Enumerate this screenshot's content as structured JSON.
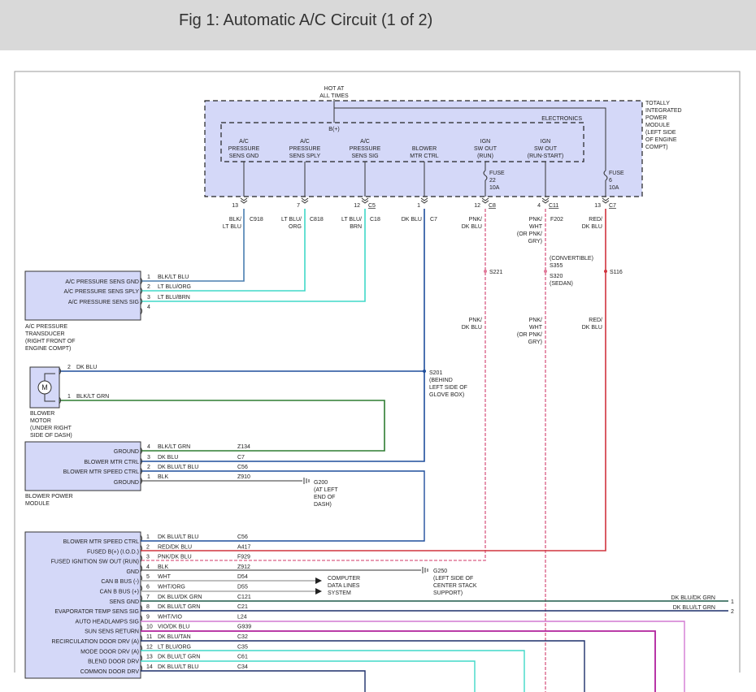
{
  "title": "Fig 1: Automatic A/C Circuit (1 of 2)",
  "colors": {
    "wire_dark_blue": "#1f4e9c",
    "wire_light_blue": "#2ab3c8",
    "wire_cyan": "#40d8c8",
    "wire_blue_steel": "#4a7fb0",
    "wire_green": "#2e7d32",
    "wire_dark_green": "#1f5a4a",
    "wire_red": "#d0343e",
    "wire_pink": "#e07a9a",
    "wire_violet": "#d27ad2",
    "wire_magenta": "#b0209c",
    "wire_navy": "#1c2f6a",
    "module_fill": "#d4d8f8"
  },
  "tipm": {
    "hot": "HOT AT",
    "all_times": "ALL TIMES",
    "bplus": "B(+)",
    "electronics": "ELECTRONICS",
    "module_label": [
      "TOTALLY",
      "INTEGRATED",
      "POWER",
      "MODULE",
      "(LEFT SIDE",
      "OF ENGINE",
      "COMPT)"
    ],
    "circuits": [
      {
        "l1": "A/C",
        "l2": "PRESSURE",
        "l3": "SENS GND",
        "pin": "13",
        "wire": [
          "BLK/",
          "LT BLU"
        ],
        "conn": "C918"
      },
      {
        "l1": "A/C",
        "l2": "PRESSURE",
        "l3": "SENS SPLY",
        "pin": "7",
        "wire": [
          "LT BLU/",
          "ORG"
        ],
        "conn": "C818"
      },
      {
        "l1": "A/C",
        "l2": "PRESSURE",
        "l3": "SENS SIG",
        "pin": "12",
        "wire": [
          "LT BLU/",
          "BRN"
        ],
        "conn": "C18",
        "cconn": "C5"
      },
      {
        "l1": "",
        "l2": "BLOWER",
        "l3": "MTR CTRL",
        "pin": "1",
        "wire": [
          "DK BLU",
          ""
        ],
        "conn": "C7"
      },
      {
        "l1": "IGN",
        "l2": "SW OUT",
        "l3": "(RUN)",
        "pin": "12",
        "wire": [
          "PNK/",
          "DK BLU"
        ],
        "conn": "",
        "cconn": "C8"
      },
      {
        "l1": "IGN",
        "l2": "SW OUT",
        "l3": "(RUN-START)",
        "pin": "4",
        "wire": [
          "PNK/",
          "WHT"
        ],
        "conn": "F202",
        "cconn": "C11"
      }
    ],
    "fuse1": [
      "FUSE",
      "22",
      "10A"
    ],
    "fuse2": [
      "FUSE",
      "6",
      "10A"
    ],
    "pin_red": "13",
    "conn_red": "C7",
    "wire_red": [
      "RED/",
      "DK BLU"
    ],
    "or_pnk": [
      "(OR PNK/",
      "GRY)"
    ]
  },
  "splices": {
    "s221": "S221",
    "convertible": "(CONVERTIBLE)",
    "s355": "S355",
    "s320": "S320",
    "sedan": "(SEDAN)",
    "s116": "S116",
    "s201": [
      "S201",
      "(BEHIND",
      "LEFT SIDE OF",
      "GLOVE BOX)"
    ],
    "pnk_dk": [
      "PNK/",
      "DK BLU"
    ],
    "pnk_wht": [
      "PNK/",
      "WHT",
      "(OR PNK/",
      "GRY)"
    ],
    "red_dk": [
      "RED/",
      "DK BLU"
    ]
  },
  "transducer": {
    "pins": [
      {
        "label": "A/C PRESSURE SENS GND",
        "num": "1",
        "wire": "BLK/LT BLU"
      },
      {
        "label": "A/C PRESSURE SENS SPLY",
        "num": "2",
        "wire": "LT BLU/ORG"
      },
      {
        "label": "A/C PRESSURE SENS SIG",
        "num": "3",
        "wire": "LT BLU/BRN"
      },
      {
        "label": "",
        "num": "4",
        "wire": ""
      }
    ],
    "caption": [
      "A/C PRESSURE",
      "TRANSDUCER",
      "(RIGHT FRONT OF",
      "ENGINE COMPT)"
    ]
  },
  "blower_motor": {
    "symbol": "M",
    "pins": [
      {
        "num": "2",
        "wire": "DK BLU"
      },
      {
        "num": "1",
        "wire": "BLK/LT GRN"
      }
    ],
    "caption": [
      "BLOWER",
      "MOTOR",
      "(UNDER RIGHT",
      "SIDE OF DASH)"
    ]
  },
  "blower_module": {
    "pins": [
      {
        "label": "GROUND",
        "num": "4",
        "wire": "BLK/LT GRN",
        "circ": "Z134"
      },
      {
        "label": "BLOWER MTR CTRL",
        "num": "3",
        "wire": "DK BLU",
        "circ": "C7"
      },
      {
        "label": "BLOWER MTR SPEED CTRL",
        "num": "2",
        "wire": "DK BLU/LT BLU",
        "circ": "C56"
      },
      {
        "label": "GROUND",
        "num": "1",
        "wire": "BLK",
        "circ": "Z910"
      }
    ],
    "caption": [
      "BLOWER POWER",
      "MODULE"
    ],
    "g200": [
      "G200",
      "(AT LEFT",
      "END OF",
      "DASH)"
    ]
  },
  "hvac": {
    "pins": [
      {
        "label": "BLOWER MTR SPEED CTRL",
        "num": "1",
        "wire": "DK BLU/LT BLU",
        "circ": "C56"
      },
      {
        "label": "FUSED B(+) (I.O.D.)",
        "num": "2",
        "wire": "RED/DK BLU",
        "circ": "A417"
      },
      {
        "label": "FUSED IGNITION SW OUT (RUN)",
        "num": "3",
        "wire": "PNK/DK BLU",
        "circ": "F929"
      },
      {
        "label": "GND",
        "num": "4",
        "wire": "BLK",
        "circ": "Z912"
      },
      {
        "label": "CAN B BUS (-)",
        "num": "5",
        "wire": "WHT",
        "circ": "D54"
      },
      {
        "label": "CAN B BUS (+)",
        "num": "6",
        "wire": "WHT/ORG",
        "circ": "D55"
      },
      {
        "label": "SENS GND",
        "num": "7",
        "wire": "DK BLU/DK GRN",
        "circ": "C121"
      },
      {
        "label": "EVAPORATOR TEMP SENS SIG",
        "num": "8",
        "wire": "DK BLU/LT GRN",
        "circ": "C21"
      },
      {
        "label": "AUTO HEADLAMPS SIG",
        "num": "9",
        "wire": "WHT/VIO",
        "circ": "L24"
      },
      {
        "label": "SUN SENS RETURN",
        "num": "10",
        "wire": "VIO/DK BLU",
        "circ": "G939"
      },
      {
        "label": "RECIRCULATION DOOR DRV (A)",
        "num": "11",
        "wire": "DK BLU/TAN",
        "circ": "C32"
      },
      {
        "label": "MODE DOOR DRV (A)",
        "num": "12",
        "wire": "LT BLU/ORG",
        "circ": "C35"
      },
      {
        "label": "BLEND DOOR DRV",
        "num": "13",
        "wire": "DK BLU/LT GRN",
        "circ": "C61"
      },
      {
        "label": "COMMON DOOR DRV",
        "num": "14",
        "wire": "DK BLU/LT BLU",
        "circ": "C34"
      }
    ],
    "g250": [
      "G250",
      "(LEFT SIDE OF",
      "CENTER STACK",
      "SUPPORT)"
    ],
    "cdl": [
      "COMPUTER",
      "DATA LINES",
      "SYSTEM"
    ],
    "right_wires": [
      {
        "wire": "DK BLU/DK GRN",
        "num": "1"
      },
      {
        "wire": "DK BLU/LT GRN",
        "num": "2"
      }
    ]
  }
}
